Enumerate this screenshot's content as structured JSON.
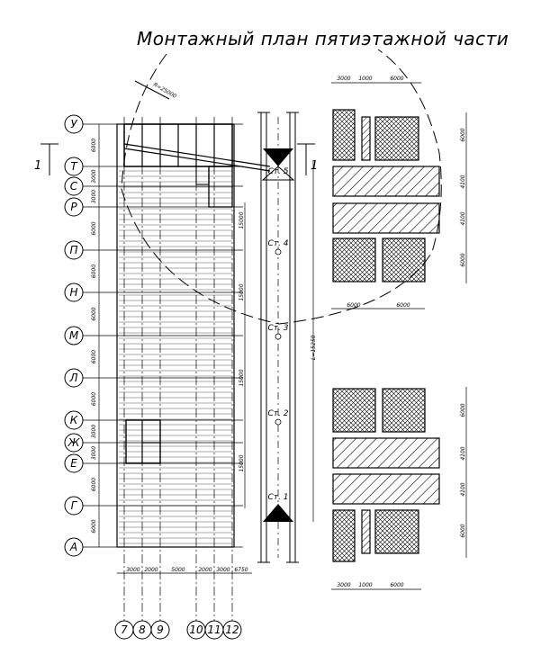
{
  "title": "Монтажный план пятиэтажной части",
  "radius_label": "R=25000",
  "height_label": "L=15250",
  "section_mark": "1",
  "row_axes": [
    "У",
    "Т",
    "С",
    "Р",
    "П",
    "Н",
    "М",
    "Л",
    "К",
    "Ж",
    "Е",
    "Г",
    "А"
  ],
  "col_axes": [
    "7",
    "8",
    "9",
    "10",
    "11",
    "12"
  ],
  "row_dims": [
    "6000",
    "3000",
    "3000",
    "6000",
    "6000",
    "6000",
    "6000",
    "6000",
    "3000",
    "3000",
    "6000",
    "6000"
  ],
  "col_dims": [
    "3000",
    "2000",
    "5000",
    "2000",
    "3000",
    "6750"
  ],
  "mid_dims": [
    "15000",
    "15000",
    "15000",
    "15000"
  ],
  "stands": [
    {
      "label": "Ст. 5"
    },
    {
      "label": "Ст. 4"
    },
    {
      "label": "Ст. 3"
    },
    {
      "label": "Ст. 2"
    },
    {
      "label": "Ст. 1"
    }
  ],
  "storage_top_dims": [
    "3000",
    "1000",
    "6000"
  ],
  "storage_bottom_dims": [
    "3000",
    "1000",
    "6000"
  ],
  "storage_mid_dims": [
    "6000",
    "6000"
  ],
  "storage_right_dims_top": [
    "6000",
    "4100",
    "4100",
    "6000"
  ],
  "storage_right_dims_bottom": [
    "6000",
    "4100",
    "4100",
    "6000"
  ]
}
